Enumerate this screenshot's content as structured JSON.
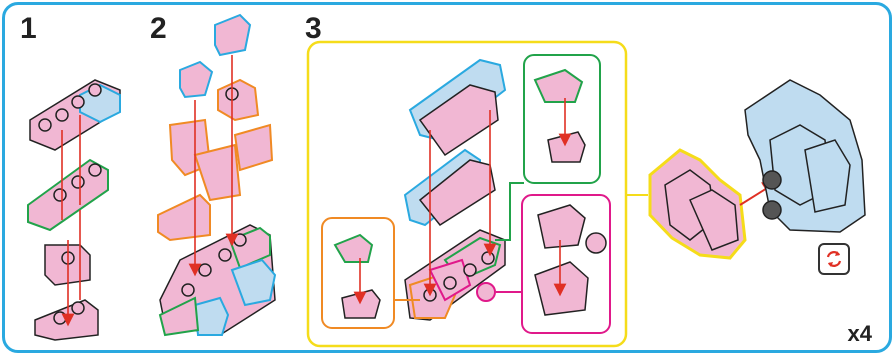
{
  "steps": {
    "one": "1",
    "two": "2",
    "three": "3"
  },
  "multiplier": "x4",
  "colors": {
    "frame": "#2aa9e0",
    "brick_pink": "#f1b7d3",
    "brick_blue": "#bfdcf0",
    "outline_blue": "#2aa9e0",
    "outline_green": "#21a34a",
    "outline_orange": "#f08a24",
    "outline_magenta": "#e0198a",
    "callout_yellow": "#f5dc1a",
    "arrow_red": "#e03024"
  },
  "icons": {
    "rotate": "rotate-icon"
  }
}
